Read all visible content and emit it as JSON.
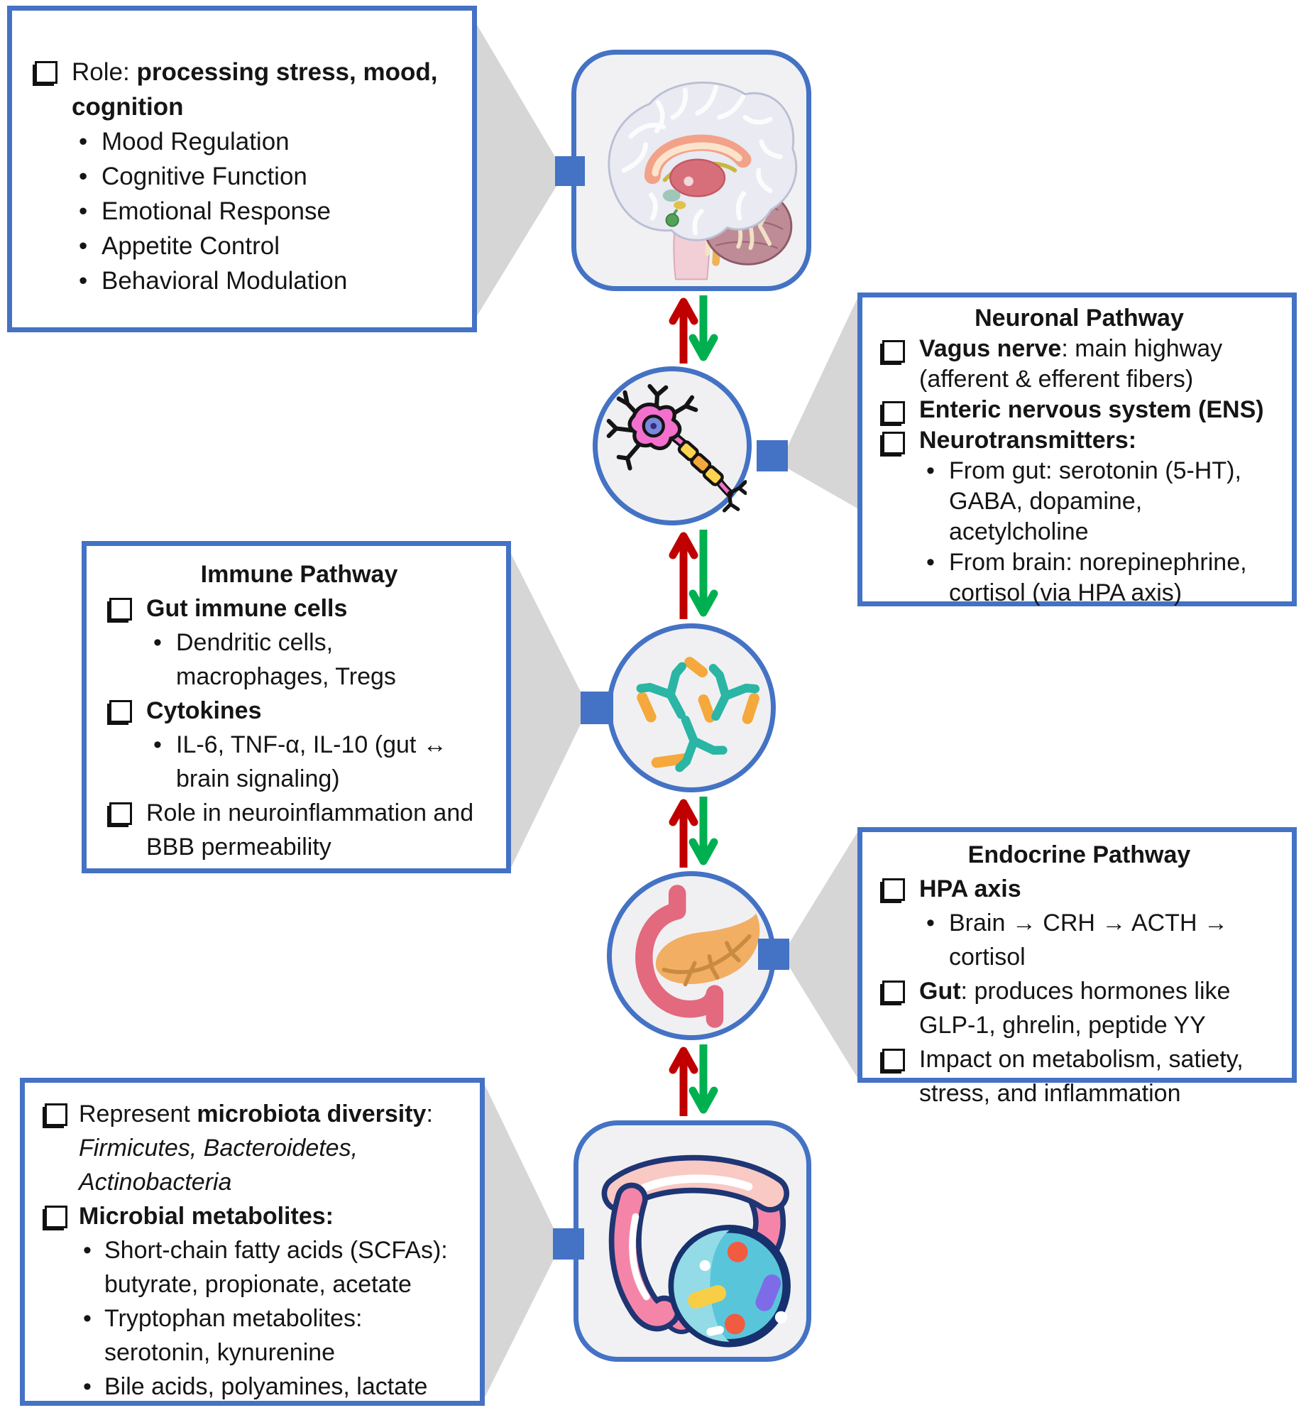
{
  "colors": {
    "border_blue": "#4472C4",
    "arrow_red": "#C00000",
    "arrow_green": "#00B050",
    "wedge_gray": "#D6D6D6",
    "icon_bg": "#F1F1F3",
    "text": "#151515"
  },
  "icons": {
    "brain": "sagittal-brain-icon",
    "neuron": "neuron-icon",
    "antibodies": "antibodies-cytokines-icon",
    "pancreas": "duodenum-pancreas-icon",
    "gut": "intestine-microbiome-icon"
  },
  "role_box": {
    "item_prefix": "Role: ",
    "item_bold": "processing stress, mood, cognition",
    "bullets": [
      "Mood Regulation",
      "Cognitive Function",
      "Emotional Response",
      "Appetite Control",
      "Behavioral Modulation"
    ]
  },
  "neuronal_box": {
    "title": "Neuronal Pathway",
    "item1_bold": "Vagus nerve",
    "item1_rest": ": main highway (afferent & efferent fibers)",
    "item2_bold": "Enteric nervous system (ENS)",
    "item3_bold": "Neurotransmitters:",
    "bullet1": "From gut: serotonin (5-HT), GABA, dopamine, acetylcholine",
    "bullet2": "From brain: norepinephrine, cortisol (via HPA axis)"
  },
  "immune_box": {
    "title": "Immune Pathway",
    "item1_bold": "Gut immune cells",
    "bullet1": "Dendritic cells, macrophages, Tregs",
    "item2_bold": "Cytokines",
    "bullet2": "IL-6, TNF-α, IL-10 (gut ↔ brain signaling)",
    "item3": "Role in neuroinflammation and BBB permeability"
  },
  "endocrine_box": {
    "title": "Endocrine Pathway",
    "item1_bold": "HPA axis",
    "bullet1": "Brain → CRH → ACTH → cortisol",
    "item2_bold": "Gut",
    "item2_rest": ": produces hormones like GLP-1, ghrelin, peptide YY",
    "item3": "Impact on metabolism, satiety, stress, and inflammation"
  },
  "microbiota_box": {
    "item1_prefix": "Represent ",
    "item1_bold": "microbiota diversity",
    "item1_colon": ": ",
    "item1_italic": "Firmicutes, Bacteroidetes, Actinobacteria",
    "item2_bold": "Microbial metabolites",
    "item2_colon": ":",
    "bullet1": "Short-chain fatty acids (SCFAs): butyrate, propionate, acetate",
    "bullet2": "Tryptophan metabolites: serotonin, kynurenine",
    "bullet3": "Bile acids, polyamines, lactate"
  }
}
